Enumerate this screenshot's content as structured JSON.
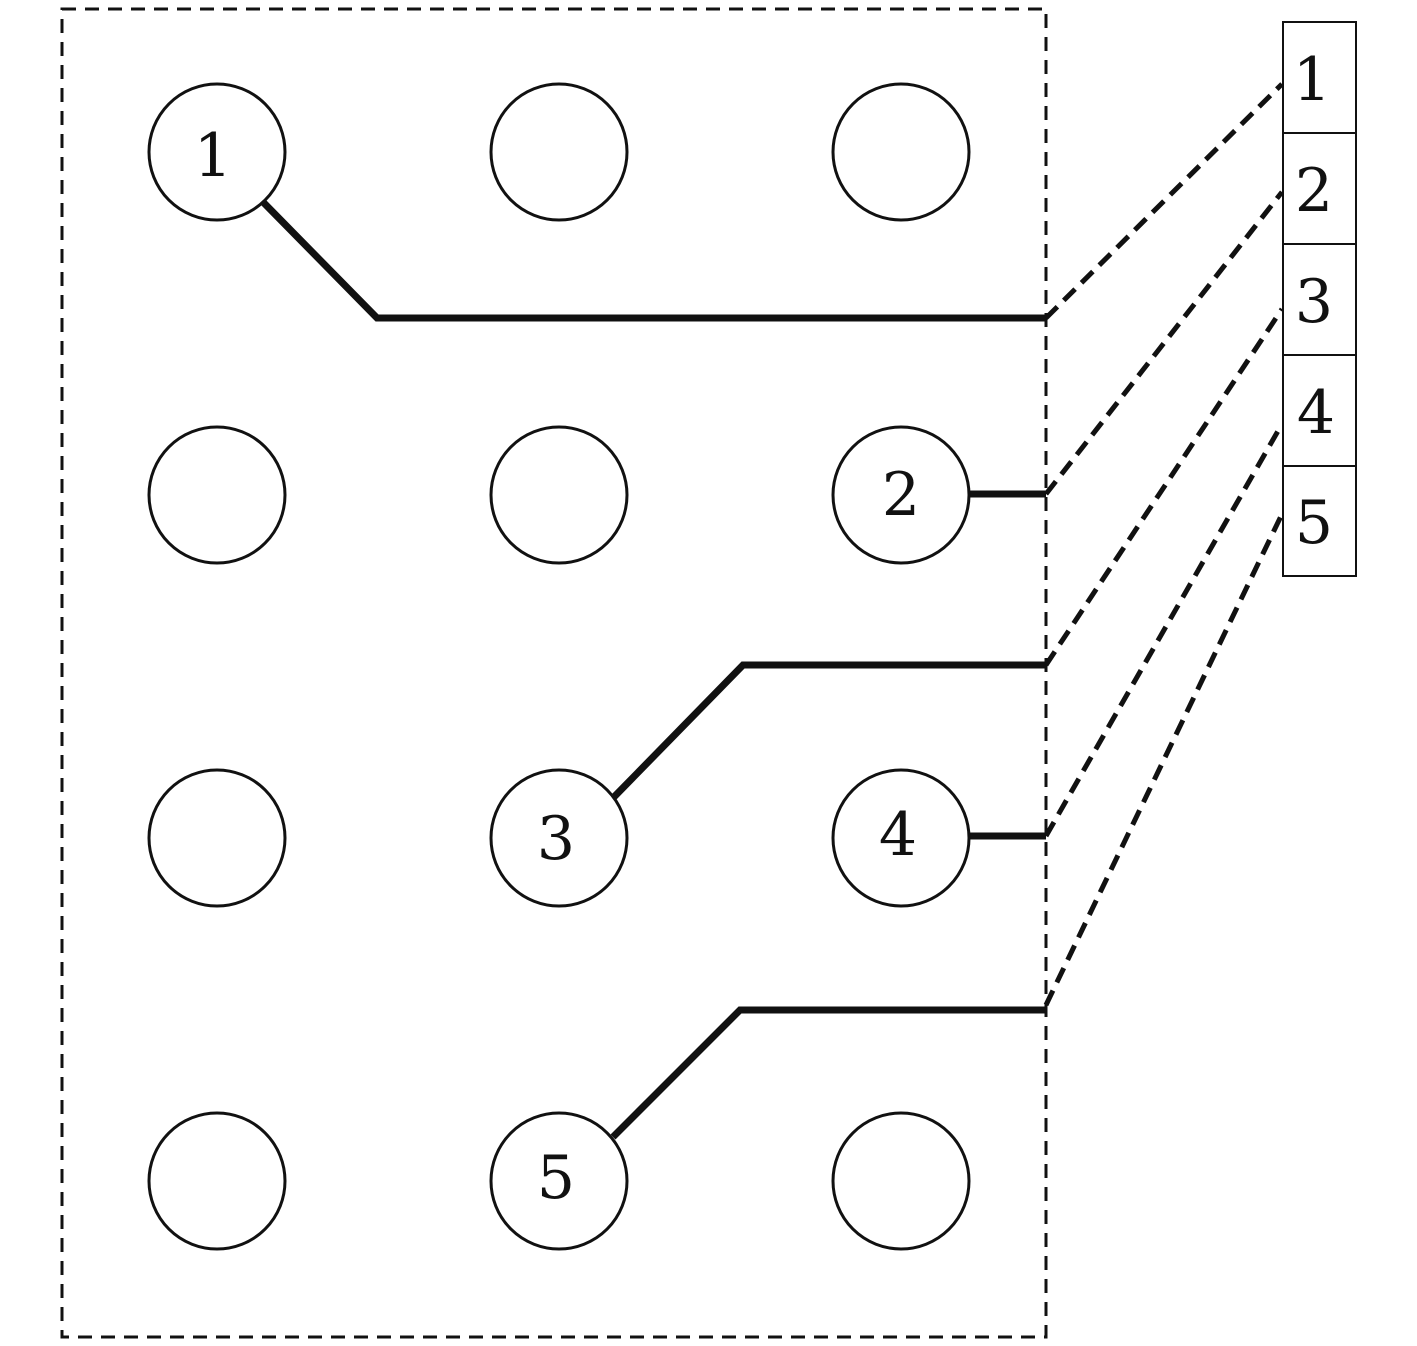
{
  "grid": {
    "rows": 4,
    "cols": 3,
    "nodes": [
      {
        "row": 1,
        "col": 1,
        "label": "1"
      },
      {
        "row": 1,
        "col": 2,
        "label": ""
      },
      {
        "row": 1,
        "col": 3,
        "label": ""
      },
      {
        "row": 2,
        "col": 1,
        "label": ""
      },
      {
        "row": 2,
        "col": 2,
        "label": ""
      },
      {
        "row": 2,
        "col": 3,
        "label": "2"
      },
      {
        "row": 3,
        "col": 1,
        "label": ""
      },
      {
        "row": 3,
        "col": 2,
        "label": "3"
      },
      {
        "row": 3,
        "col": 3,
        "label": "4"
      },
      {
        "row": 4,
        "col": 1,
        "label": ""
      },
      {
        "row": 4,
        "col": 2,
        "label": "5"
      },
      {
        "row": 4,
        "col": 3,
        "label": ""
      }
    ]
  },
  "connections": [
    {
      "from_node": "1",
      "to_port": "1"
    },
    {
      "from_node": "2",
      "to_port": "2"
    },
    {
      "from_node": "3",
      "to_port": "3"
    },
    {
      "from_node": "4",
      "to_port": "4"
    },
    {
      "from_node": "5",
      "to_port": "5"
    }
  ],
  "ports": [
    {
      "label": "1"
    },
    {
      "label": "2"
    },
    {
      "label": "3"
    },
    {
      "label": "4"
    },
    {
      "label": "5"
    }
  ]
}
